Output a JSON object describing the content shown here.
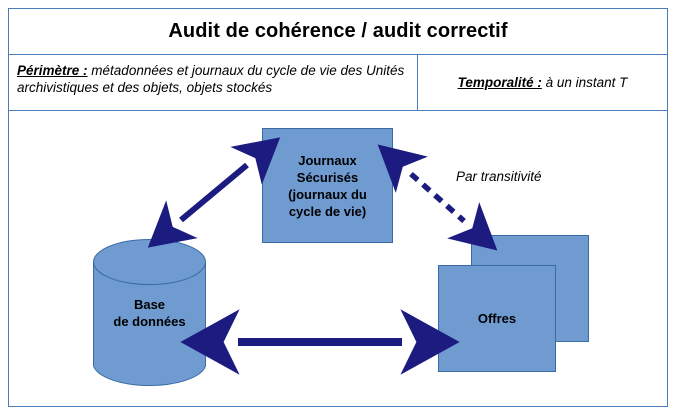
{
  "header": {
    "title": "Audit de cohérence / audit correctif",
    "meta": {
      "perimetre_key": "Périmètre :",
      "perimetre_value": " métadonnées et journaux du cycle de vie des Unités archivistiques et des objets, objets stockés",
      "temporalite_key": "Temporalité :",
      "temporalite_value": " à un instant T"
    }
  },
  "diagram": {
    "nodes": {
      "journaux": "Journaux\nSécurisés\n(journaux du\ncycle de vie)",
      "database": "Base\nde données",
      "offres": "Offres"
    },
    "annotations": {
      "transitivite": "Par transitivité"
    }
  },
  "colors": {
    "frame_border": "#4a7ebb",
    "shape_fill": "#6f9bd1",
    "shape_border": "#3a6ba5",
    "arrow": "#1b1b80",
    "text": "#000000"
  }
}
